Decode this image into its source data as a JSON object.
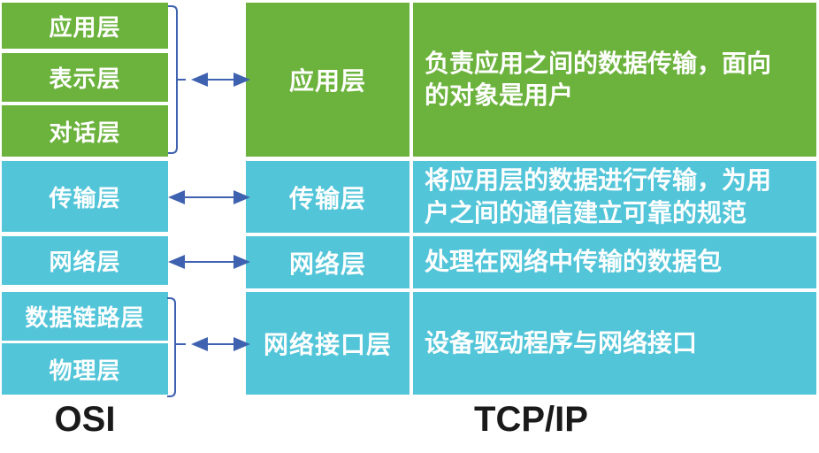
{
  "colors": {
    "green": "#6CB33D",
    "cyan": "#53C5D9",
    "arrow_blue": "#3F62B0",
    "box_text": "#FFFFFF",
    "label_text": "#1A1A1A"
  },
  "osi": {
    "label": "OSI",
    "layers": [
      {
        "name": "应用层",
        "tone": "green"
      },
      {
        "name": "表示层",
        "tone": "green"
      },
      {
        "name": "对话层",
        "tone": "green"
      },
      {
        "name": "传输层",
        "tone": "cyan"
      },
      {
        "name": "网络层",
        "tone": "cyan"
      },
      {
        "name": "数据链路层",
        "tone": "cyan"
      },
      {
        "name": "物理层",
        "tone": "cyan"
      }
    ]
  },
  "tcpip": {
    "label": "TCP/IP",
    "rows": [
      {
        "name": "应用层",
        "description": "负责应用之间的数据传输，面向的对象是用户",
        "tone": "green"
      },
      {
        "name": "传输层",
        "description": "将应用层的数据进行传输，为用户之间的通信建立可靠的规范",
        "tone": "cyan"
      },
      {
        "name": "网络层",
        "description": "处理在网络中传输的数据包",
        "tone": "cyan"
      },
      {
        "name": "网络接口层",
        "description": "设备驱动程序与网络接口",
        "tone": "cyan"
      }
    ]
  },
  "connections": [
    {
      "from": "应用层/表示层/对话层",
      "to": "应用层",
      "type": "double-arrow-with-bracket"
    },
    {
      "from": "传输层",
      "to": "传输层",
      "type": "double-arrow"
    },
    {
      "from": "网络层",
      "to": "网络层",
      "type": "double-arrow"
    },
    {
      "from": "数据链路层/物理层",
      "to": "网络接口层",
      "type": "double-arrow-with-bracket"
    }
  ]
}
